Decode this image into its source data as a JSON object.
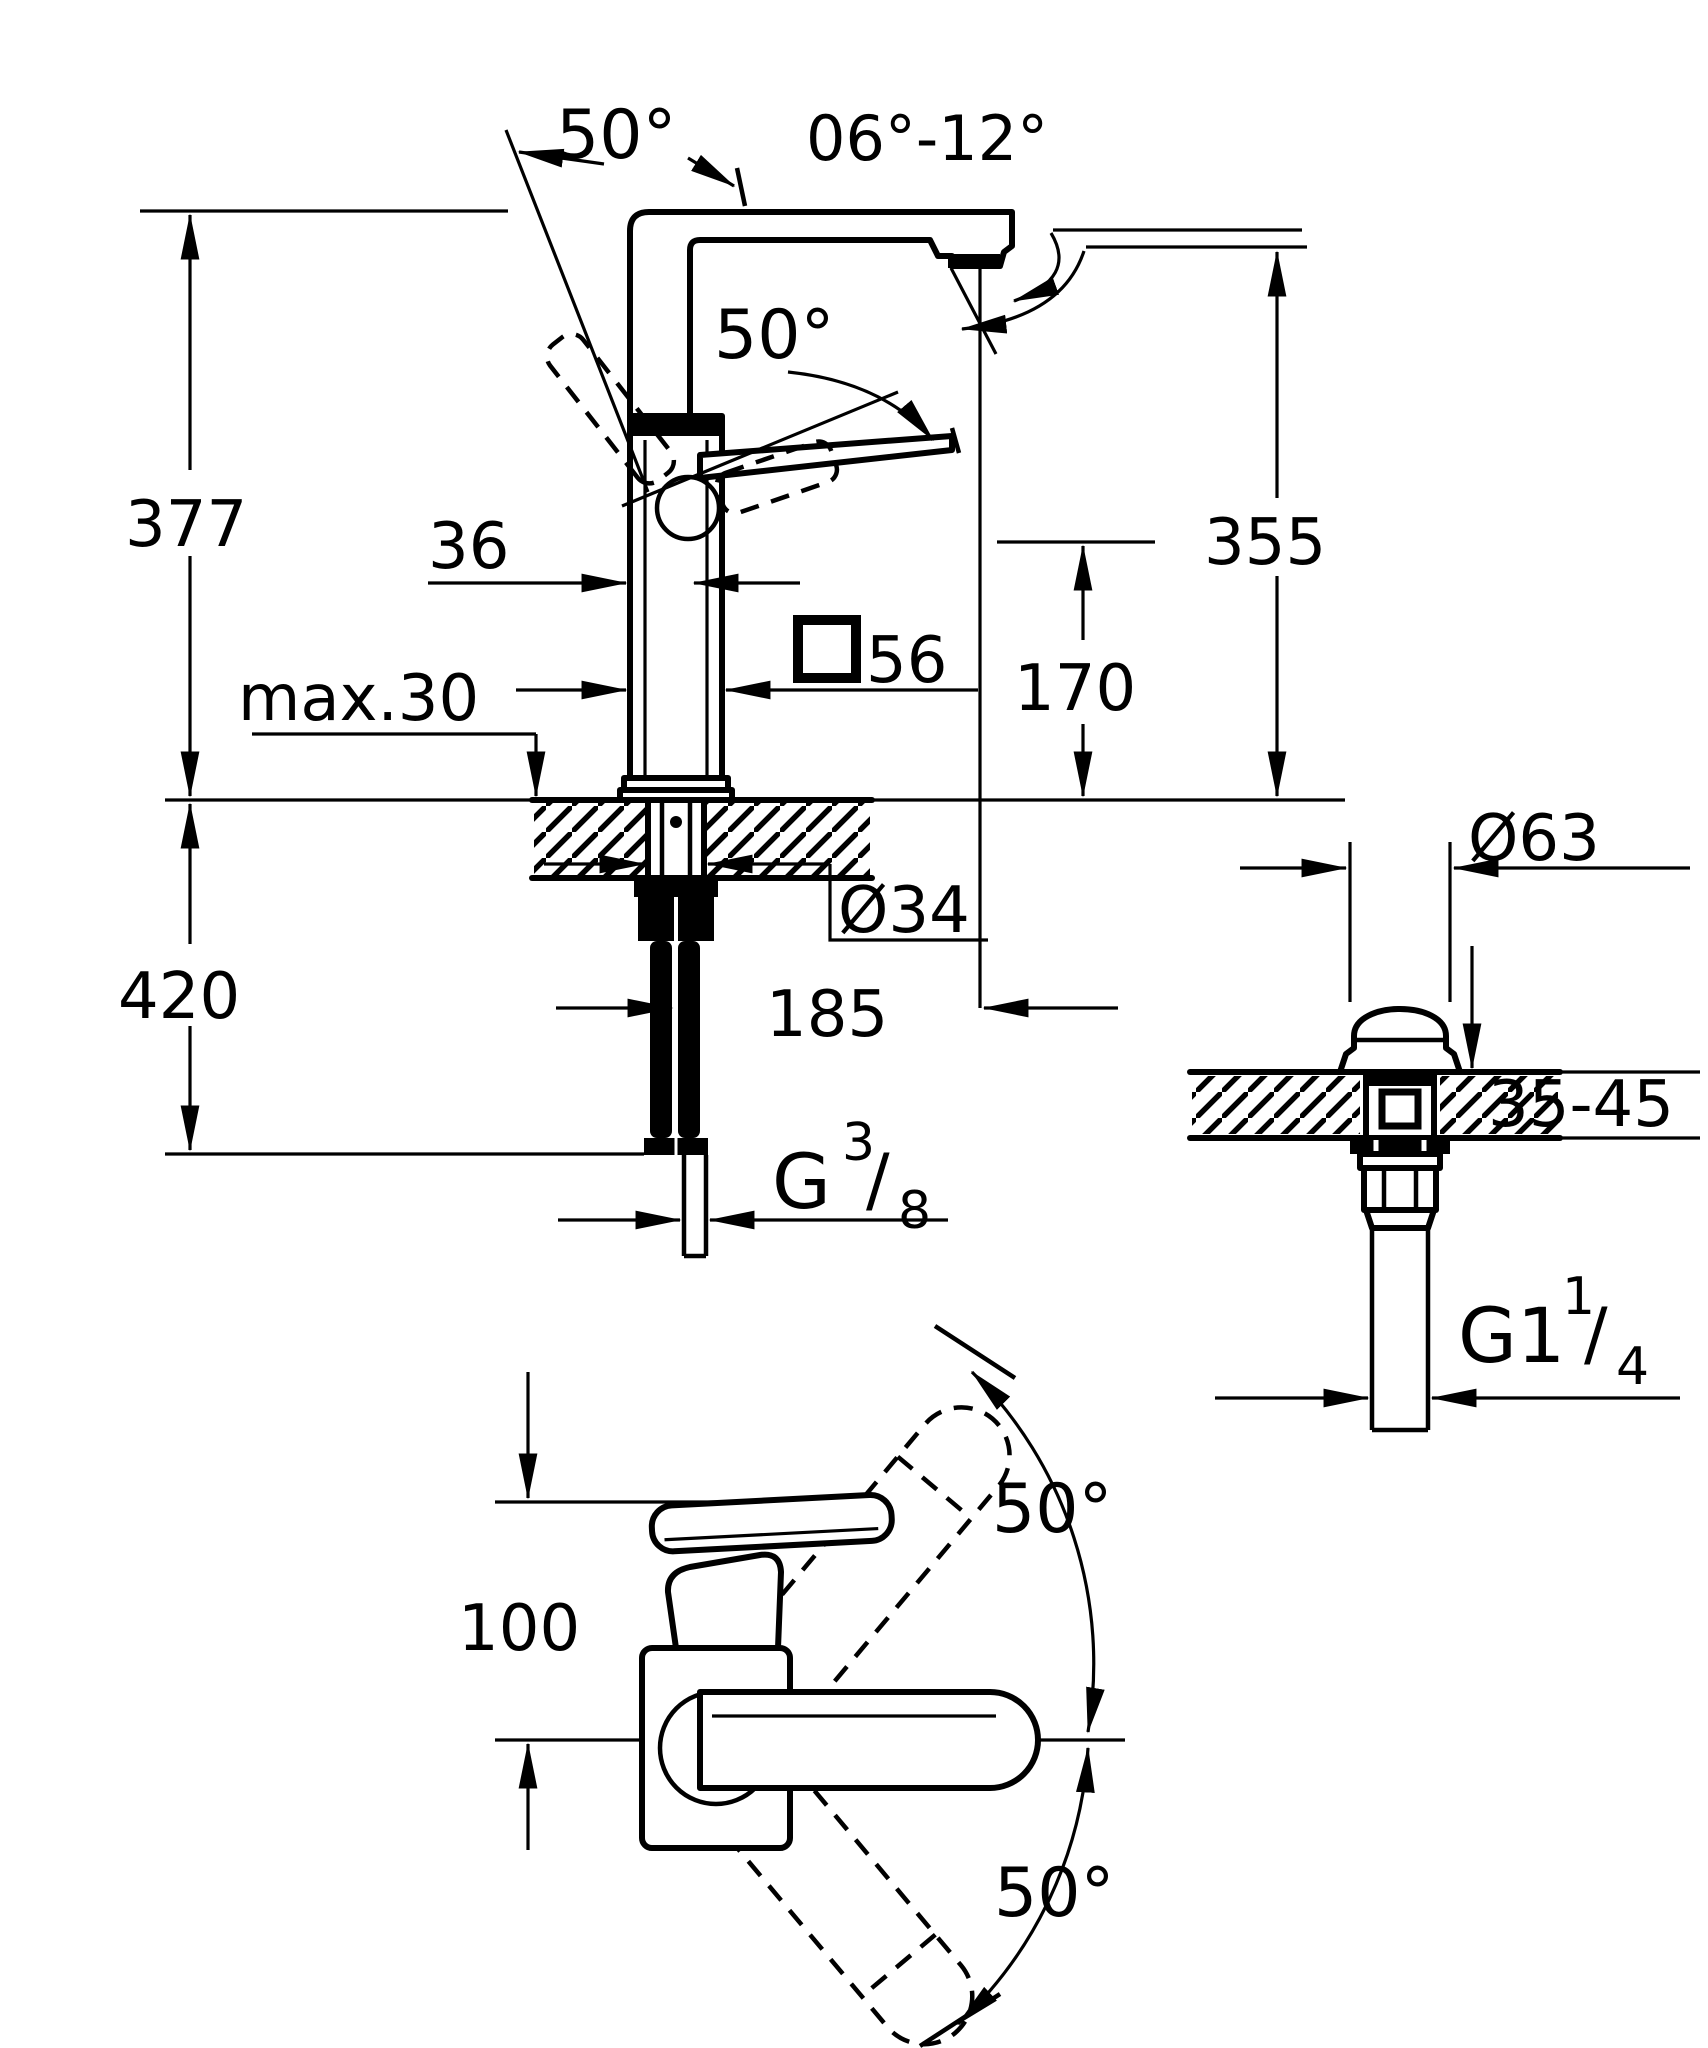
{
  "drawing": {
    "type": "technical-dimension-drawing",
    "product": "single-lever basin mixer with pop-up waste, side elevation and plan view",
    "units": "mm",
    "colors": {
      "line": "#000000",
      "background": "#ffffff"
    },
    "labels": {
      "handle_open_angle_top": "50°",
      "spray_angle_range": "06°-12°",
      "handle_open_angle_mid": "50°",
      "height_total": "377",
      "riser_width": "36",
      "max_deck_thickness": "max.30",
      "body_square_size": "56",
      "outlet_height": "170",
      "spout_top_height": "355",
      "below_deck_length": "420",
      "hole_diameter": "Ø34",
      "spout_reach": "185",
      "supply_thread_main": "G",
      "supply_thread_sup": "3",
      "supply_thread_slash": "/",
      "supply_thread_sub": "8",
      "waste_flange_diameter": "Ø63",
      "waste_deck_range": "35-45",
      "waste_thread_main": "G1",
      "waste_thread_sup": "1",
      "waste_thread_slash": "/",
      "waste_thread_sub": "4",
      "plan_handle_offset": "100",
      "swivel_up_angle": "50°",
      "swivel_down_angle": "50°"
    }
  }
}
